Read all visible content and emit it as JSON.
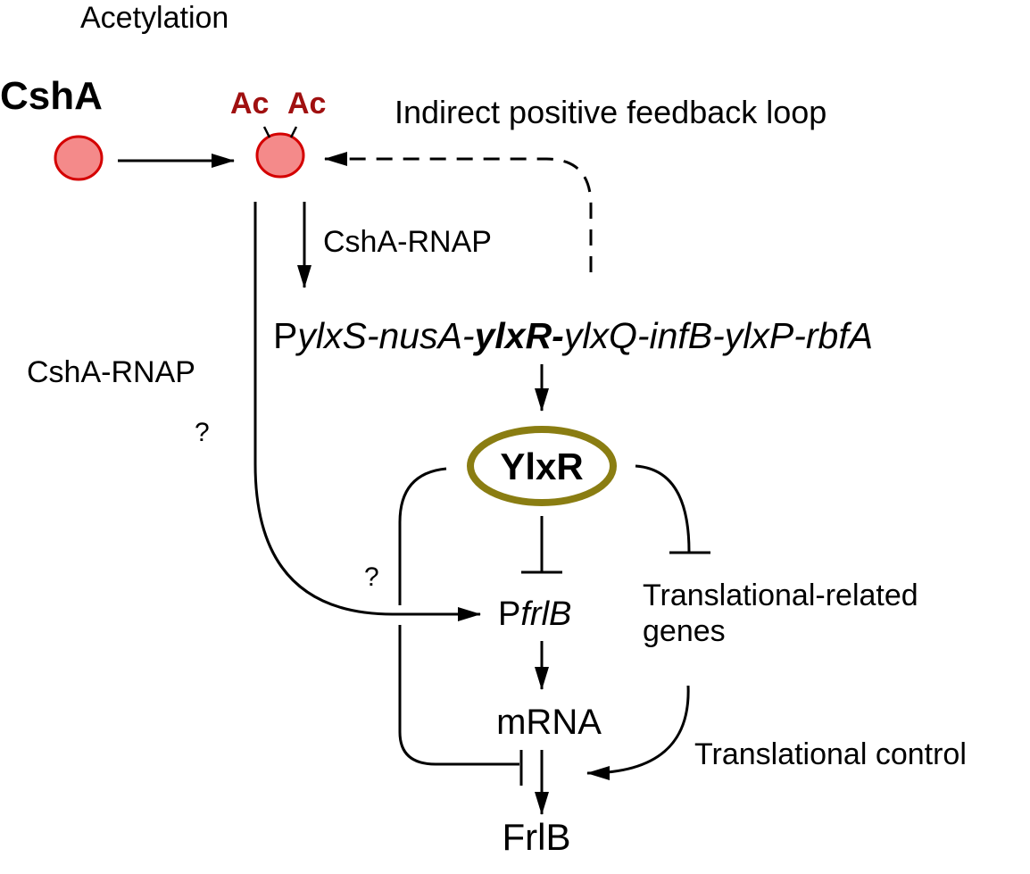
{
  "colors": {
    "protein_fill": "#f48a8a",
    "protein_stroke": "#d40000",
    "acetyl_text": "#a01010",
    "ylxr_ring": "#8a7d12",
    "line": "#000000"
  },
  "labels": {
    "acetylation": "Acetylation",
    "csha": "CshA",
    "ac_left": "Ac",
    "ac_right": "Ac",
    "feedback": "Indirect positive feedback loop",
    "csha_rnap_right": "CshA-RNAP",
    "csha_rnap_left": "CshA-RNAP",
    "question_left": "?",
    "question_mid": "?",
    "operon": {
      "p": "P",
      "genes_before": "ylxS-nusA-",
      "ylxr_gene": "ylxR-",
      "genes_after": "ylxQ-infB-ylxP-rbfA"
    },
    "ylxr": "YlxR",
    "pfrlb_p": "P",
    "pfrlb_gene": "frlB",
    "translational_genes_line1": "Translational-related",
    "translational_genes_line2": "genes",
    "mrna": "mRNA",
    "translational_control": "Translational control",
    "frlb": "FrlB"
  },
  "icons": {
    "protein": "circle-icon",
    "arrow": "arrowhead-icon",
    "repression": "t-bar-icon"
  }
}
